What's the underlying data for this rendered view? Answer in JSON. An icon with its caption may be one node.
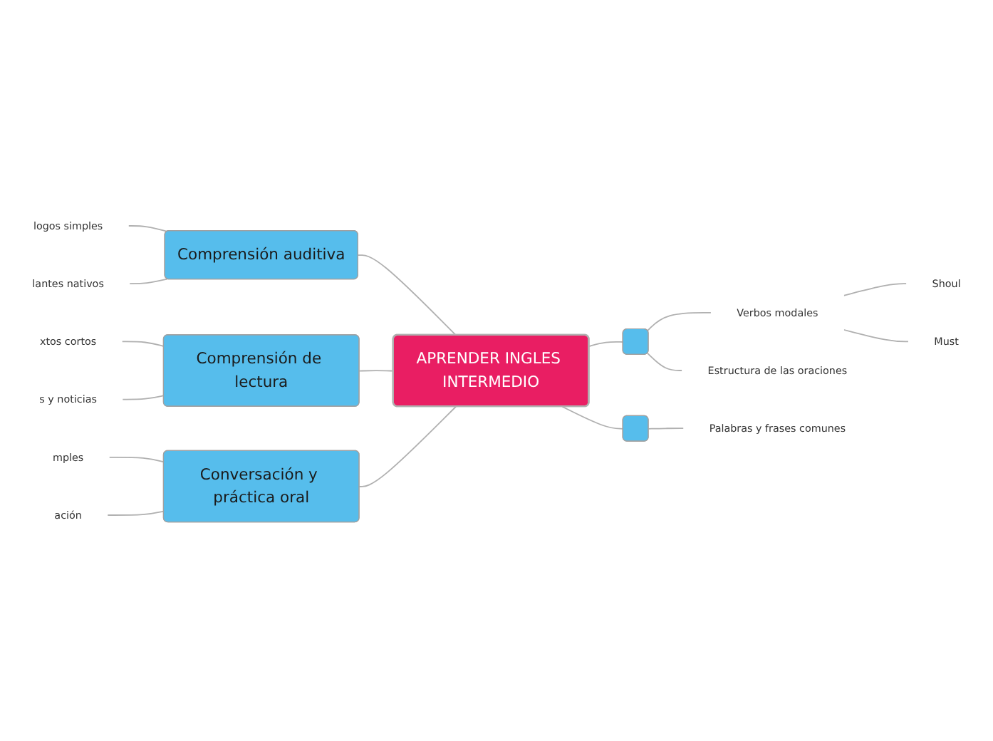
{
  "diagram": {
    "nodes": [
      {
        "text": [
          "APRENDER INGLES INTERMEDIO"
        ]
      },
      {
        "text": [],
        "shape": "box"
      },
      {
        "text": [
          "Verbos modales"
        ]
      },
      {
        "text": [
          "Shoul"
        ]
      },
      {
        "text": [
          "Must"
        ]
      },
      {
        "text": [
          "Estructura de las oraciones"
        ]
      },
      {
        "text": [],
        "shape": "box"
      },
      {
        "text": [
          "Palabras y frases comunes"
        ]
      },
      {
        "text": [
          "Comprensión auditiva"
        ]
      },
      {
        "text": [
          "logos simples"
        ]
      },
      {
        "text": [
          "lantes nativos"
        ]
      },
      {
        "text": [
          "Comprensión de lectura"
        ]
      },
      {
        "text": [
          "xtos cortos"
        ]
      },
      {
        "text": [
          "s y noticias"
        ]
      },
      {
        "text": [
          "Conversación y práctica oral"
        ]
      },
      {
        "text": [
          "mples"
        ]
      },
      {
        "text": [
          "ación"
        ]
      }
    ],
    "edges": [
      {
        "from": 0,
        "to": 1,
        "arrow": "none"
      },
      {
        "from": 1,
        "to": 2,
        "arrow": "none"
      },
      {
        "from": 2,
        "to": 3,
        "arrow": "none"
      },
      {
        "from": 2,
        "to": 4,
        "arrow": "none"
      },
      {
        "from": 1,
        "to": 5,
        "arrow": "none"
      },
      {
        "from": 0,
        "to": 6,
        "arrow": "none"
      },
      {
        "from": 6,
        "to": 7,
        "arrow": "none"
      },
      {
        "from": 0,
        "to": 8,
        "arrow": "none"
      },
      {
        "from": 8,
        "to": 9,
        "arrow": "none"
      },
      {
        "from": 8,
        "to": 10,
        "arrow": "none"
      },
      {
        "from": 0,
        "to": 11,
        "arrow": "none"
      },
      {
        "from": 11,
        "to": 12,
        "arrow": "none"
      },
      {
        "from": 11,
        "to": 13,
        "arrow": "none"
      },
      {
        "from": 0,
        "to": 14,
        "arrow": "none"
      },
      {
        "from": 14,
        "to": 15,
        "arrow": "none"
      },
      {
        "from": 14,
        "to": 16,
        "arrow": "none"
      }
    ]
  }
}
